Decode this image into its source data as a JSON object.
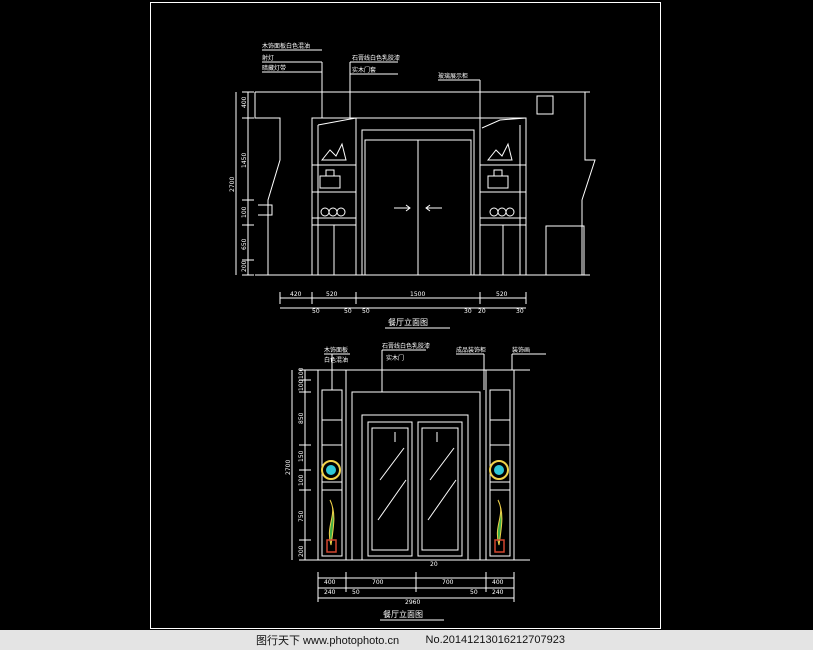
{
  "drawing": {
    "upper_title": "餐厅立面图",
    "lower_title": "餐厅立面图",
    "upper_notes": [
      "木饰面板白色混油",
      "射灯",
      "暗藏灯带",
      "石膏线白色乳胶漆",
      "实木门套",
      "玻璃展示柜"
    ],
    "lower_notes": [
      "木饰面板",
      "白色混油",
      "石膏线白色乳胶漆",
      "实木门",
      "成品装饰柜",
      "装饰画"
    ],
    "upper_vertical_dims": [
      "400",
      "1450",
      "100",
      "650",
      "200"
    ],
    "upper_total_height": "2700",
    "upper_horizontal_dims": [
      "420",
      "520",
      "1500",
      "520"
    ],
    "upper_small_dims": [
      "50",
      "50",
      "50",
      "30",
      "20",
      "30"
    ],
    "lower_vertical_dims": [
      "100",
      "100",
      "850",
      "150",
      "100",
      "750",
      "200"
    ],
    "lower_total_height": "2700",
    "lower_horizontal_dims": [
      "400",
      "700",
      "700",
      "400"
    ],
    "lower_sub_dims": [
      "240",
      "50",
      "50",
      "240"
    ],
    "lower_total_width": "2960",
    "center_dim": "20"
  },
  "footer": {
    "site": "图行天下 www.photophoto.cn",
    "serial": "No.20141213016212707923"
  },
  "colors": {
    "line": "#ffffff",
    "accent_yellow": "#f1d24a",
    "accent_cyan": "#2fc7d6",
    "accent_green": "#3fae44",
    "accent_red": "#d2462f"
  }
}
